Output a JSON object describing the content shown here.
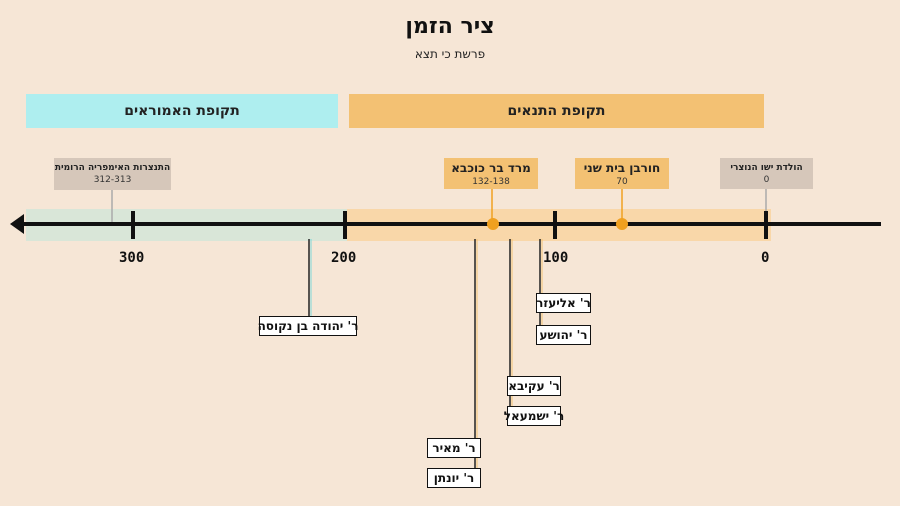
{
  "title": "ציר הזמן",
  "subtitle": "פרשת כי תצא",
  "periods": {
    "amoraim": "תקופת האמוראים",
    "tannaim": "תקופת התנאים"
  },
  "ticks": [
    "300",
    "200",
    "100",
    "0"
  ],
  "events": {
    "roman": {
      "label": "התנצרות האימפריה הרומית",
      "date": "312-313"
    },
    "barkochba": {
      "label": "מרד בר כוכבא",
      "date": "132-138"
    },
    "churban": {
      "label": "חורבן בית שני",
      "date": "70"
    },
    "jesus": {
      "label": "הולדת ישו הנוצרי",
      "date": "0"
    }
  },
  "sages": {
    "yehuda": "ר' יהודה בן נקוסה",
    "eliezer": "ר' אליעזר",
    "yehoshua": "ר' יהושע",
    "akiva": "ר' עקיבא",
    "yishmael": "ר' ישמעאל",
    "meir": "ר' מאיר",
    "yonatan": "ר' יונתן"
  },
  "colors": {
    "amoraim": "#aeeeef",
    "tannaim": "#f3c173",
    "marker": "#f0a020",
    "axis": "#111111"
  }
}
